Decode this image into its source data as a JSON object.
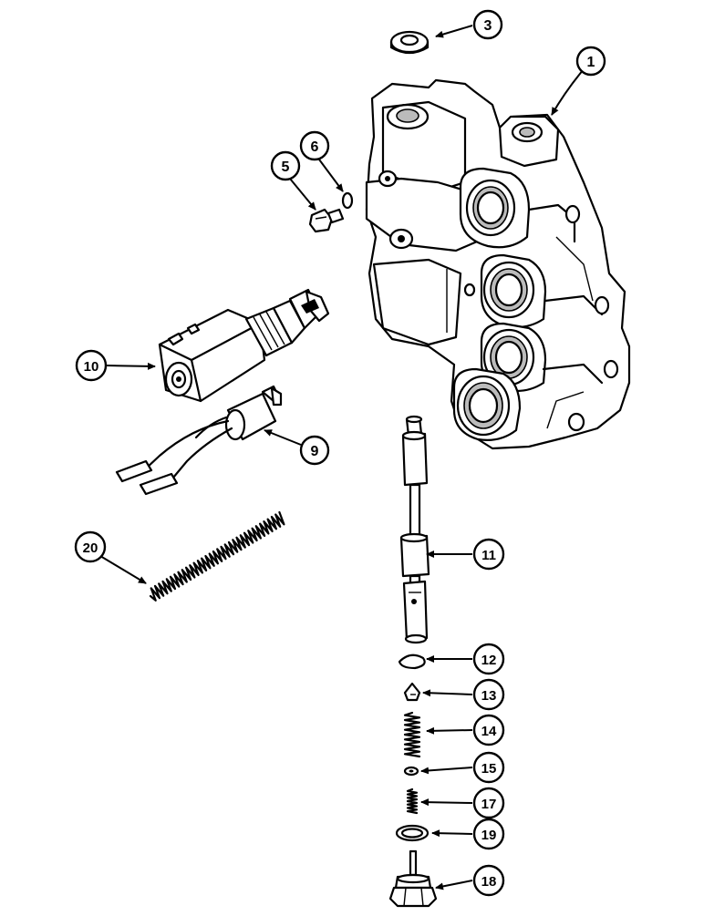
{
  "callouts": [
    {
      "id": "1",
      "label": "1"
    },
    {
      "id": "3",
      "label": "3"
    },
    {
      "id": "5",
      "label": "5"
    },
    {
      "id": "6",
      "label": "6"
    },
    {
      "id": "9",
      "label": "9"
    },
    {
      "id": "10",
      "label": "10"
    },
    {
      "id": "11",
      "label": "11"
    },
    {
      "id": "12",
      "label": "12"
    },
    {
      "id": "13",
      "label": "13"
    },
    {
      "id": "14",
      "label": "14"
    },
    {
      "id": "15",
      "label": "15"
    },
    {
      "id": "17",
      "label": "17"
    },
    {
      "id": "18",
      "label": "18"
    },
    {
      "id": "19",
      "label": "19"
    },
    {
      "id": "20",
      "label": "20"
    }
  ]
}
